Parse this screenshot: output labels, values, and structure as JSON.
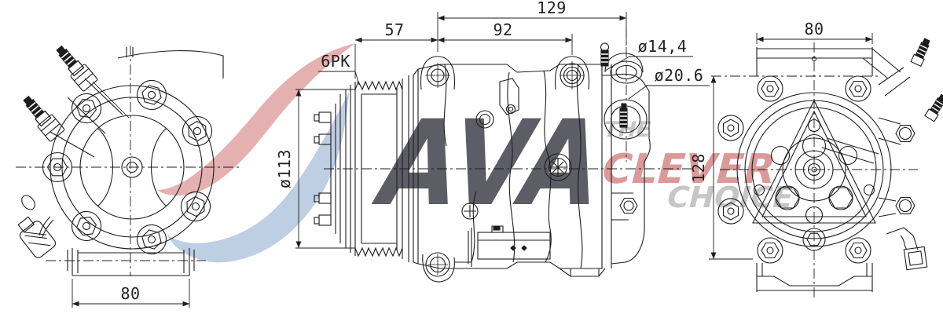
{
  "views": {
    "front": {
      "bottom_width": "80"
    },
    "side": {
      "belt": "6PK",
      "pulley_diameter": "ø113",
      "overall_length": "129",
      "front_to_lug": "57",
      "lug_span": "92",
      "port_top": "ø14,4",
      "port_bottom": "ø20.6"
    },
    "rear": {
      "top_width": "80",
      "height": "128"
    }
  },
  "watermark": {
    "brand": "AVA",
    "tagline": {
      "line1": "THE",
      "line2": "CLEVER",
      "line3": "CHOICE"
    }
  },
  "colors": {
    "line": "#1d1d1d",
    "dim_text": "#222222",
    "wave_red": "#dfa2a2",
    "wave_blue": "#aec2dc",
    "brand_gray": "#41414b",
    "tagline_gray": "#c3c3c3",
    "tagline_red": "#d98f8f"
  }
}
